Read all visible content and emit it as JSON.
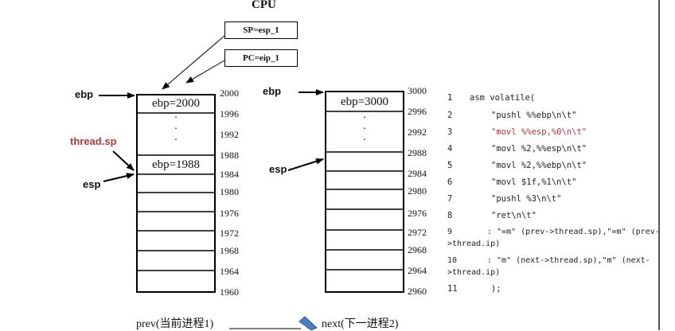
{
  "cpu": {
    "title": "CPU",
    "sp_label": "SP=esp_1",
    "pc_label": "PC=eip_1"
  },
  "prev_stack": {
    "ebp_pointer": "ebp",
    "thread_sp_pointer": "thread.sp",
    "esp_pointer": "esp",
    "top_cell": "ebp=2000",
    "saved_cell": "ebp=1988",
    "addresses": [
      "2000",
      "1996",
      "1992",
      "1988",
      "1984",
      "1980",
      "1976",
      "1972",
      "1968",
      "1964",
      "1960"
    ],
    "caption": "prev(当前进程1)"
  },
  "next_stack": {
    "ebp_pointer": "ebp",
    "esp_pointer": "esp",
    "top_cell": "ebp=3000",
    "addresses": [
      "3000",
      "2996",
      "2992",
      "2988",
      "2984",
      "2980",
      "2976",
      "2972",
      "2968",
      "2964",
      "2960"
    ],
    "caption": "next(下一进程2)"
  },
  "code": {
    "lines": [
      {
        "num": "1",
        "text": "asm volatile("
      },
      {
        "num": "2",
        "text": "\"pushl %%ebp\\n\\t\""
      },
      {
        "num": "3",
        "text": "\"movl %%esp,%0\\n\\t\""
      },
      {
        "num": "4",
        "text": "\"movl %2,%%esp\\n\\t\""
      },
      {
        "num": "5",
        "text": "\"movl %2,%%ebp\\n\\t\""
      },
      {
        "num": "6",
        "text": "\"movl $1f,%1\\n\\t\""
      },
      {
        "num": "7",
        "text": "\"pushl %3\\n\\t\""
      },
      {
        "num": "8",
        "text": "\"ret\\n\\t\""
      },
      {
        "num": "9",
        "text": ": \"=m\" (prev->thread.sp),\"=m\" (prev-",
        "cont": ">thread.ip)"
      },
      {
        "num": "10",
        "text": ": \"m\" (next->thread.sp),\"m\" (next-",
        "cont": ">thread.ip)"
      },
      {
        "num": "11",
        "text": ");"
      }
    ]
  },
  "colors": {
    "highlight": "#b0383d",
    "thread_sp_label": "#b0383d",
    "arrow_fill": "#4a7fc1"
  }
}
